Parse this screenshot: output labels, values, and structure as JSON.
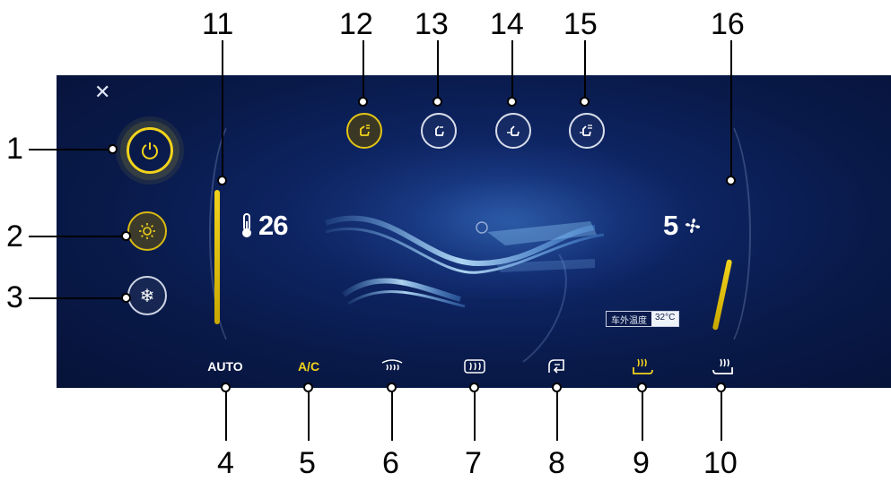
{
  "panel": {
    "close_glyph": "✕",
    "temperature": "26",
    "fan_speed": "5",
    "outside_label": "车外温度",
    "outside_value": "32°C"
  },
  "bottom_bar": [
    {
      "label": "AUTO"
    },
    {
      "label": "A/C"
    }
  ],
  "callouts": [
    "1",
    "2",
    "3",
    "4",
    "5",
    "6",
    "7",
    "8",
    "9",
    "10",
    "11",
    "12",
    "13",
    "14",
    "15",
    "16"
  ],
  "colors": {
    "accent": "#f2d31b",
    "screen_bg": "#0d2360",
    "text": "#ffffff"
  },
  "icons": {
    "left": [
      "power-icon",
      "sun-icon",
      "snowflake-icon"
    ],
    "seat_modes": [
      "seat-airflow-icon",
      "seat-face-air-icon",
      "seat-feet-air-icon",
      "seat-face-feet-air-icon"
    ],
    "bottom": [
      "front-defrost-icon",
      "rear-defrost-icon",
      "recirculation-icon",
      "seat-heat-icon",
      "seat-heat-passenger-icon"
    ]
  }
}
